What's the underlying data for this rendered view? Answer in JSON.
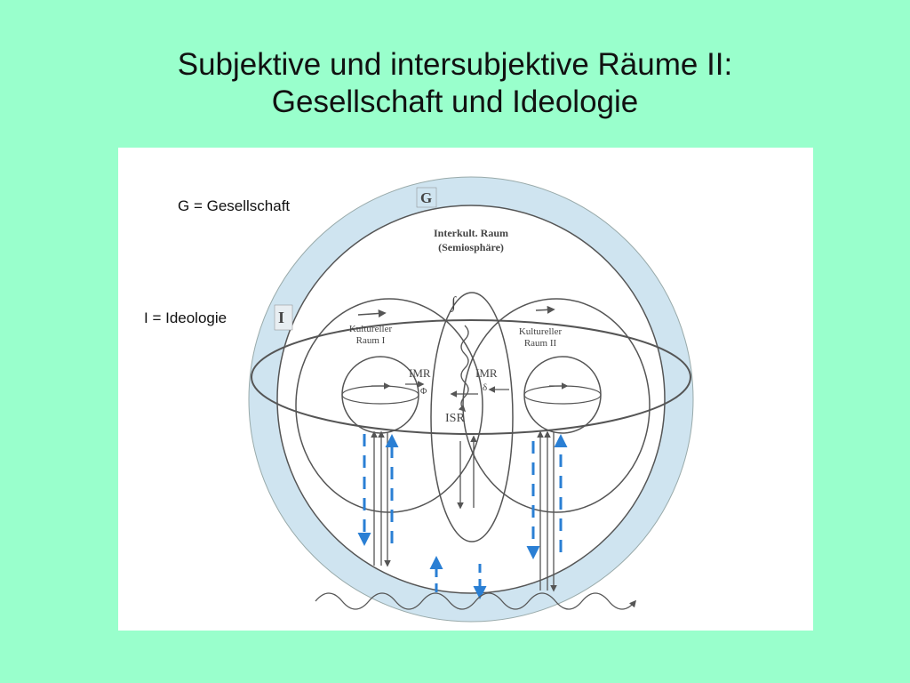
{
  "title": {
    "line1": "Subjektive und intersubjektive Räume II:",
    "line2": "Gesellschaft und Ideologie"
  },
  "legend": {
    "g_definition": "G = Gesellschaft",
    "i_definition": "I = Ideologie"
  },
  "diagram": {
    "label_g": "G",
    "label_i": "I",
    "intercultural_space_line1": "Interkult. Raum",
    "intercultural_space_line2": "(Semiosphäre)",
    "cultural_space_1_line1": "Kultureller",
    "cultural_space_1_line2": "Raum I",
    "cultural_space_2_line1": "Kultureller",
    "cultural_space_2_line2": "Raum II",
    "imr_left": "IMR",
    "imr_right": "IMR",
    "imr_left_symbol": "Φ",
    "imr_right_symbol": "δ",
    "isr": "ISR",
    "integral_symbol": "∫"
  },
  "colors": {
    "background": "#99ffcc",
    "outer_ring": "#cfe4f0",
    "line": "#555555",
    "dashed_arrow": "#2a7fd4"
  }
}
